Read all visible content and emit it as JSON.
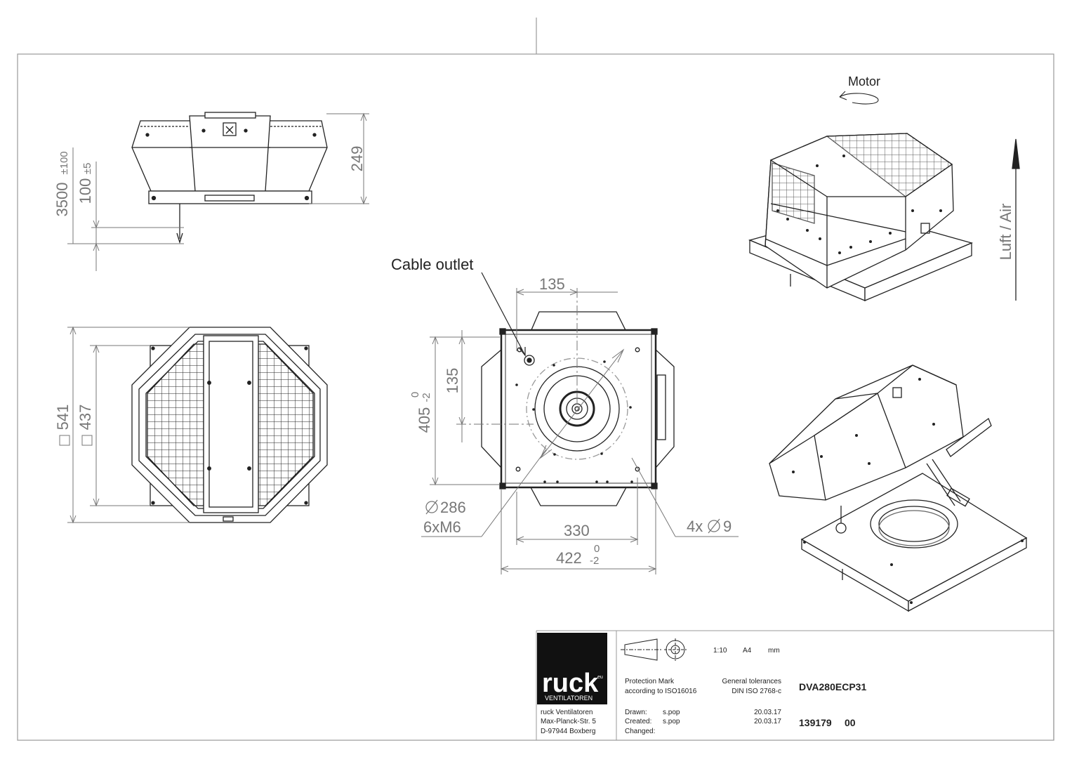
{
  "views": {
    "side": {
      "dim_total": "3500",
      "dim_total_tol": "±100",
      "dim_offset": "100",
      "dim_offset_tol": "±5",
      "dim_height": "249"
    },
    "top": {
      "dim_outer": "541",
      "dim_inner": "437"
    },
    "bottom": {
      "cable_outlet": "Cable outlet",
      "dim_135_top": "135",
      "dim_135_side": "135",
      "dim_405": "405",
      "dim_405_tol_upper": "0",
      "dim_405_tol_lower": "-2",
      "dim_286": "286",
      "dim_6xm6": "6xM6",
      "dim_330": "330",
      "dim_422": "422",
      "dim_422_tol_upper": "0",
      "dim_422_tol_lower": "-2",
      "dim_4x9": "4x",
      "dim_4x9_val": "9"
    },
    "iso": {
      "motor_label": "Motor",
      "air_label": "Luft / Air"
    }
  },
  "title_block": {
    "logo_text": "ruck",
    "logo_sup": "eu",
    "logo_sub": "VENTILATOREN",
    "company_name": "ruck Ventilatoren",
    "company_street": "Max-Planck-Str. 5",
    "company_city": "D-97944 Boxberg",
    "scale": "1:10",
    "paper": "A4",
    "units": "mm",
    "protection_line1": "Protection Mark",
    "protection_line2": "according to ISO16016",
    "tolerance_line1": "General tolerances",
    "tolerance_line2": "DIN ISO 2768-c",
    "product_name": "DVA280ECP31",
    "drawn_label": "Drawn:",
    "drawn_by": "s.pop",
    "drawn_date": "20.03.17",
    "created_label": "Created:",
    "created_by": "s.pop",
    "created_date": "20.03.17",
    "changed_label": "Changed:",
    "drawing_number": "139179",
    "drawing_rev": "00"
  }
}
